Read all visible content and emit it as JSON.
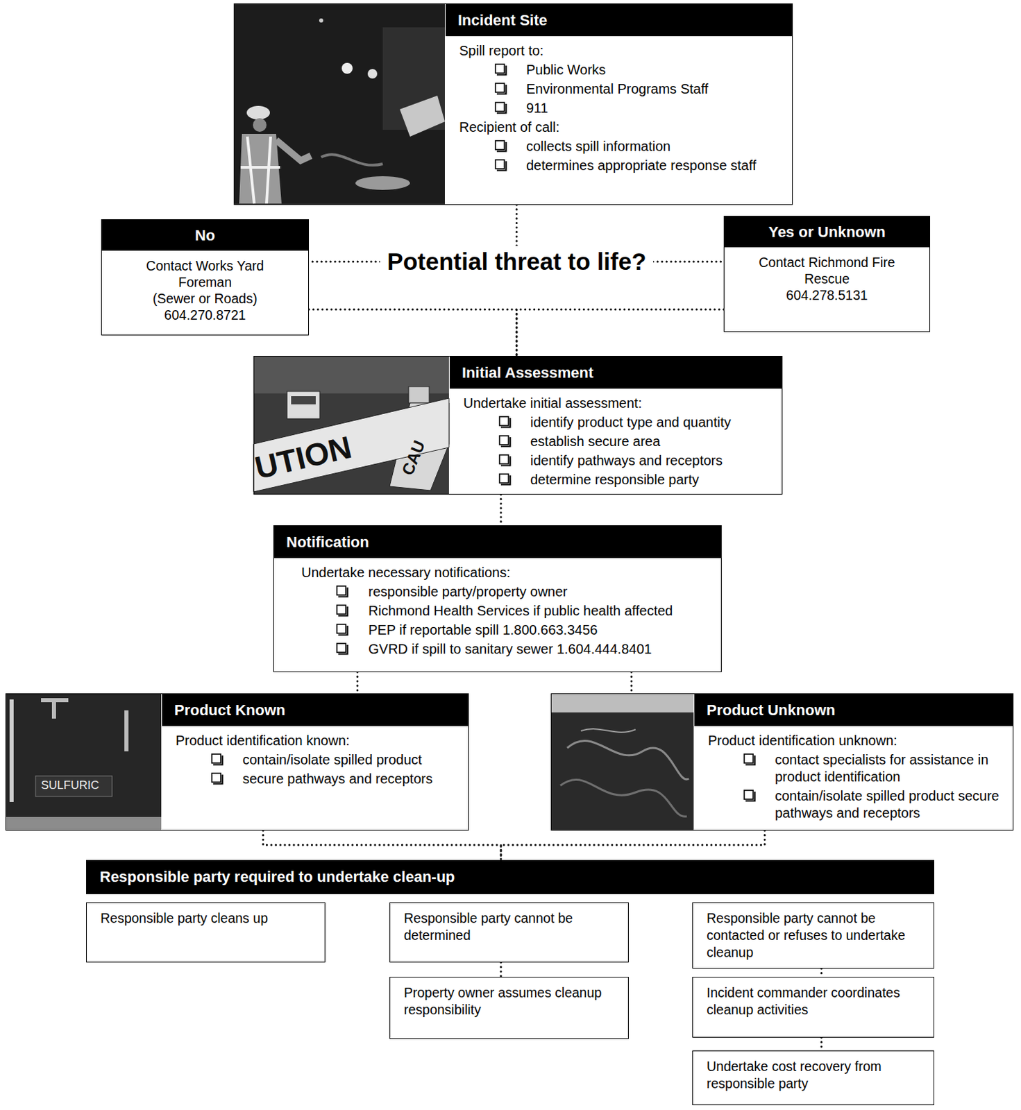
{
  "diagram": {
    "nodes": [
      {
        "text": [
          "Incident Site",
          "Spill report to:",
          "Public Works",
          "Environmental Programs Staff",
          "911",
          "Recipient of call:",
          "collects spill information",
          "determines appropriate response staff"
        ]
      },
      {
        "text": [
          "No",
          "Contact Works Yard Foreman",
          "(Sewer or Roads)",
          "604.270.8721"
        ]
      },
      {
        "text": [
          "Potential threat to life?"
        ]
      },
      {
        "text": [
          "Yes or Unknown",
          "Contact Richmond Fire Rescue",
          "604.278.5131"
        ]
      },
      {
        "text": [
          "Initial Assessment",
          "Undertake initial assessment:",
          "identify product type and quantity",
          "establish secure area",
          "identify pathways and receptors",
          "determine responsible party"
        ]
      },
      {
        "text": [
          "Notification",
          "Undertake necessary notifications:",
          "responsible party/property owner",
          "Richmond Health Services if public health affected",
          "PEP if reportable spill 1.800.663.3456",
          "GVRD if spill to sanitary sewer 1.604.444.8401"
        ]
      },
      {
        "text": [
          "Product Known",
          "Product identification known:",
          "contain/isolate spilled product",
          "secure pathways and receptors"
        ]
      },
      {
        "text": [
          "Product Unknown",
          "Product identification unknown:",
          "contact specialists for assistance in product identification",
          "contain/isolate spilled product secure pathways and receptors"
        ]
      },
      {
        "text": [
          "Responsible party required to undertake clean-up"
        ]
      },
      {
        "text": [
          "Responsible party cleans up"
        ]
      },
      {
        "text": [
          "Responsible party cannot be determined"
        ]
      },
      {
        "text": [
          "Responsible party cannot be contacted or refuses to undertake cleanup"
        ]
      },
      {
        "text": [
          "Property owner assumes cleanup responsibility"
        ]
      },
      {
        "text": [
          "Incident commander coordinates cleanup activities"
        ]
      },
      {
        "text": [
          "Undertake cost recovery from responsible party"
        ]
      }
    ],
    "edges": [
      {
        "from": 0,
        "to": 2,
        "arrow": "none"
      },
      {
        "from": 2,
        "to": 1,
        "arrow": "none"
      },
      {
        "from": 2,
        "to": 3,
        "arrow": "none"
      },
      {
        "from": 1,
        "to": 4,
        "arrow": "none"
      },
      {
        "from": 3,
        "to": 4,
        "arrow": "none"
      },
      {
        "from": 4,
        "to": 5,
        "arrow": "none"
      },
      {
        "from": 5,
        "to": 6,
        "arrow": "none"
      },
      {
        "from": 5,
        "to": 7,
        "arrow": "none"
      },
      {
        "from": 6,
        "to": 8,
        "arrow": "none"
      },
      {
        "from": 7,
        "to": 8,
        "arrow": "none"
      },
      {
        "from": 10,
        "to": 12,
        "arrow": "none"
      },
      {
        "from": 11,
        "to": 13,
        "arrow": "none"
      },
      {
        "from": 13,
        "to": 14,
        "arrow": "none"
      }
    ],
    "labels": [
      "UTION",
      "CAU",
      "SULFURIC"
    ]
  }
}
